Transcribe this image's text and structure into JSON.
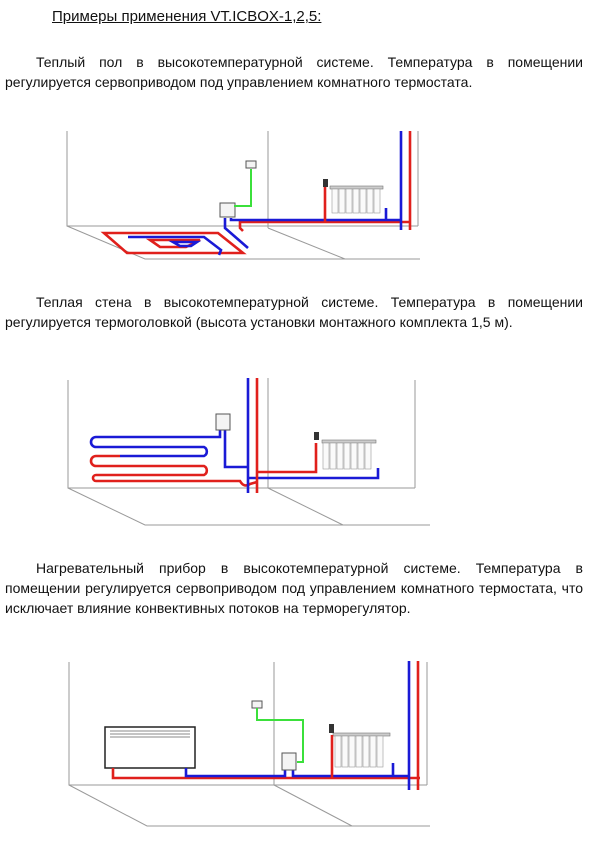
{
  "document": {
    "title": "Примеры применения VT.ICBOX-1,2,5:",
    "sections": [
      {
        "text": "Теплый пол в высокотемпературной системе. Температура в помещении регулируется сервоприводом под управлением комнатного термостата.",
        "diagram": "underfloor-heating-diagram"
      },
      {
        "text": "Теплая стена в высокотемпературной системе. Температура в помещении регулируется термоголовкой (высота установки монтажного комплекта 1,5 м).",
        "diagram": "wall-heating-diagram"
      },
      {
        "text": "Нагревательный прибор в высокотемпературной системе. Температура в помещении регулируется сервоприводом под управлением комнатного термостата, что исключает влияние конвективных потоков на терморегулятор.",
        "diagram": "convector-heating-diagram"
      }
    ]
  },
  "colors": {
    "supply": "#e0201c",
    "return": "#1a1ad6",
    "control_wire": "#3be03b",
    "walls": "#9a9a9a"
  }
}
